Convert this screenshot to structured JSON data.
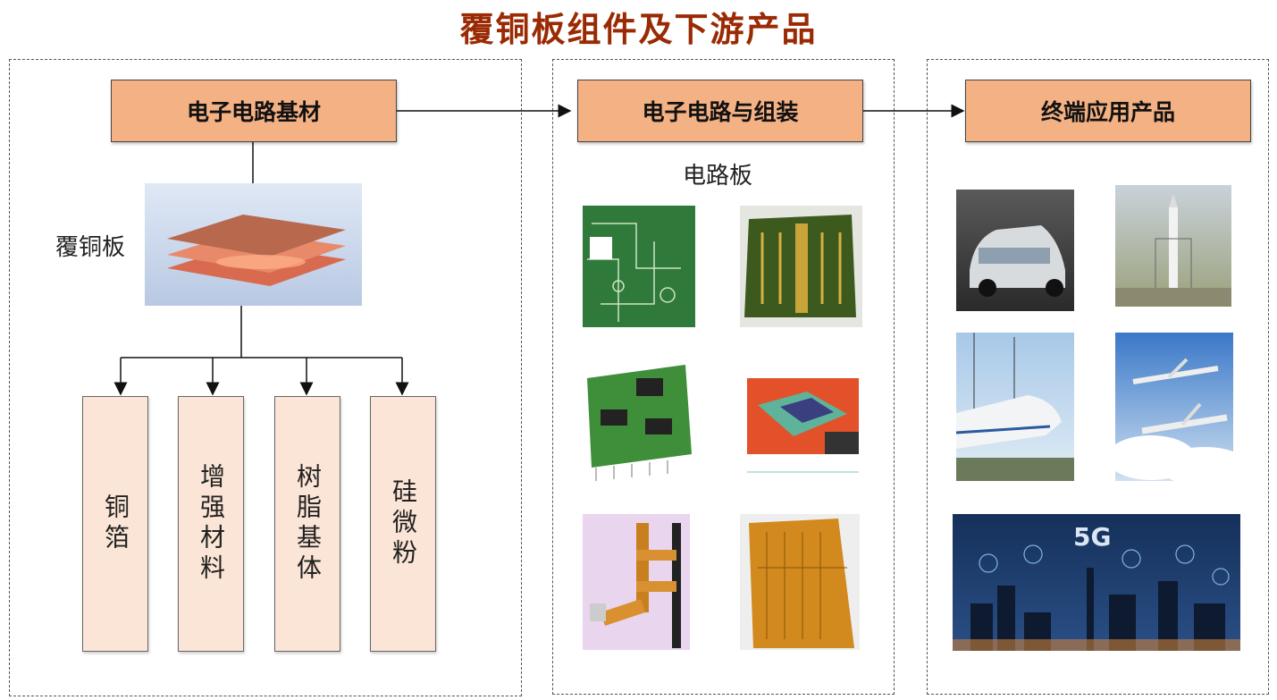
{
  "title": "覆铜板组件及下游产品",
  "panels": {
    "substrate": {
      "header": "电子电路基材",
      "ccl_label": "覆铜板",
      "components": [
        "铜箔",
        "增强材料",
        "树脂基体",
        "硅微粉"
      ]
    },
    "circuit": {
      "header": "电子电路与组装",
      "sub_label": "电路板",
      "images": [
        "green-pcb-image",
        "gold-pcb-image",
        "assembled-pcb-module-image",
        "package-interposer-image",
        "flex-pcb-image",
        "flex-circuit-image"
      ]
    },
    "terminal": {
      "header": "终端应用产品",
      "images": [
        "car-image",
        "rocket-launch-image",
        "high-speed-train-image",
        "airplane-image",
        "5g-city-image"
      ]
    }
  },
  "colors": {
    "title": "#9a2a04",
    "header_box": "#f4b183",
    "component_box": "#fbe5d6"
  }
}
